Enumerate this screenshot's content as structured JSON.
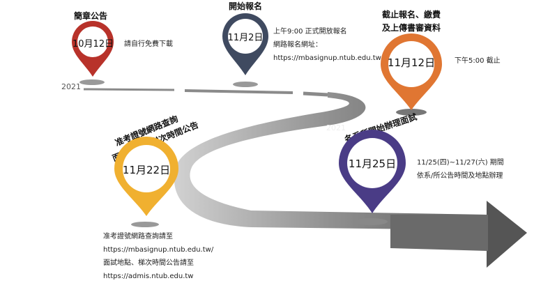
{
  "year_labels": {
    "left": "2021",
    "middle": "2021"
  },
  "milestones": [
    {
      "title": "簡章公告",
      "date": "10月12日",
      "note_lines": [
        "請自行免費下載"
      ],
      "color": "#b8322a"
    },
    {
      "title": "開始報名",
      "date": "11月2日",
      "note_lines": [
        "上午9:00 正式開放報名",
        "網路報名網址：",
        "https://mbasignup.ntub.edu.tw/"
      ],
      "color": "#3f4a60"
    },
    {
      "title_lines": [
        "截止報名、繳費",
        "及上傳書審資料"
      ],
      "date": "11月12日",
      "note_lines": [
        "下午5:00 截止"
      ],
      "color": "#e07632"
    },
    {
      "title_lines": [
        "准考證號網路查詢",
        "面試地點、梯次時間公告"
      ],
      "date": "11月22日",
      "note_lines": [
        "准考證號網路查詢請至",
        "https://mbasignup.ntub.edu.tw/",
        "面試地點、梯次時間公告請至",
        "https://admis.ntub.edu.tw"
      ],
      "color": "#f0b030"
    },
    {
      "title": "各系所開始辦理面試",
      "date": "11月25日",
      "note_lines": [
        "11/25(四)~11/27(六) 期間",
        "依系/所公告時間及地點辦理"
      ],
      "color": "#4a3c86"
    }
  ]
}
